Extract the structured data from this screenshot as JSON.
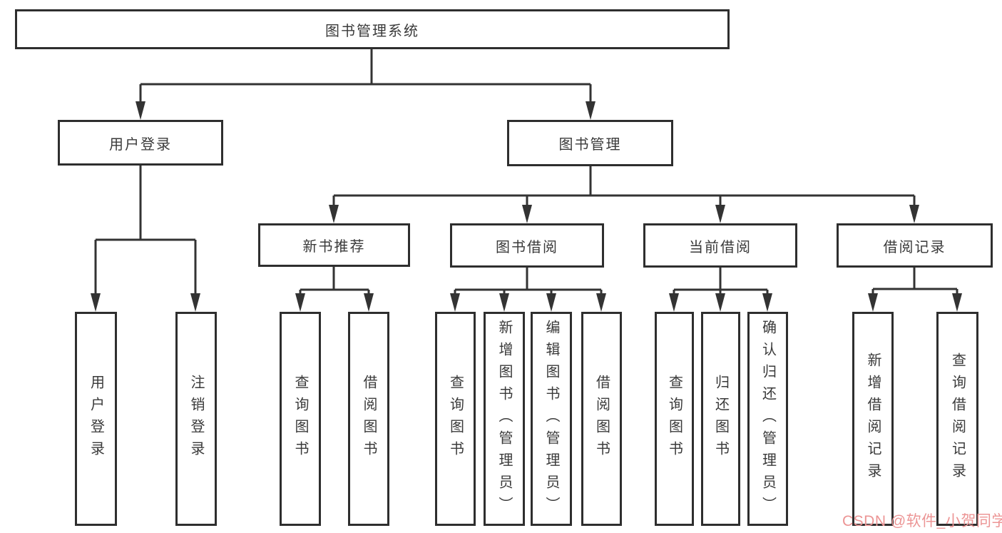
{
  "tree": {
    "root": {
      "label": "图书管理系统",
      "children": [
        {
          "label": "用户登录",
          "children": [
            {
              "label": "用户登录"
            },
            {
              "label": "注销登录"
            }
          ]
        },
        {
          "label": "图书管理",
          "children": [
            {
              "label": "新书推荐",
              "children": [
                {
                  "label": "查询图书"
                },
                {
                  "label": "借阅图书"
                }
              ]
            },
            {
              "label": "图书借阅",
              "children": [
                {
                  "label": "查询图书"
                },
                {
                  "label": "新增图书（管理员）"
                },
                {
                  "label": "编辑图书（管理员）"
                },
                {
                  "label": "借阅图书"
                }
              ]
            },
            {
              "label": "当前借阅",
              "children": [
                {
                  "label": "查询图书"
                },
                {
                  "label": "归还图书"
                },
                {
                  "label": "确认归还（管理员）"
                }
              ]
            },
            {
              "label": "借阅记录",
              "children": [
                {
                  "label": "新增借阅记录"
                },
                {
                  "label": "查询借阅记录"
                }
              ]
            }
          ]
        }
      ]
    }
  },
  "watermark": {
    "text": "CSDN @软件_小贺同学"
  },
  "colors": {
    "line": "#333333",
    "box_border": "#2e2e2e",
    "text": "#3a3a3a",
    "watermark": "#ec9595",
    "background": "#ffffff"
  }
}
